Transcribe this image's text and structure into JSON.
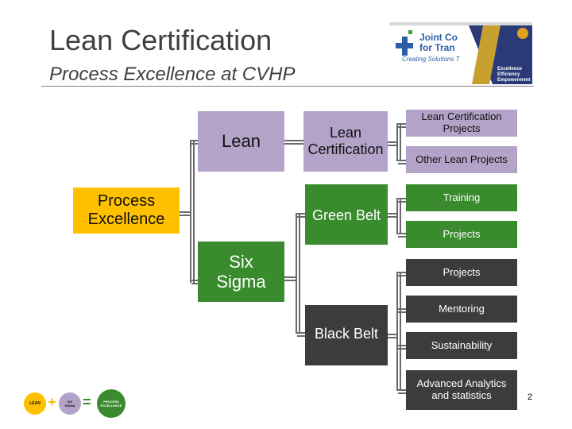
{
  "slide": {
    "title": "Lean Certification",
    "subtitle": "Process Excellence at CVHP",
    "page_number": "2"
  },
  "logo": {
    "text_line1": "Joint Co",
    "text_line2": "for Tran",
    "tagline": "Creating Solutions T",
    "side_words": [
      "Excellence",
      "Efficiency",
      "Empowerment"
    ]
  },
  "formula": {
    "term1": "LEAN",
    "plus": "+",
    "term2_line1": "SIX",
    "term2_line2": "SIGMA",
    "equals": "=",
    "result_line1": "PROCESS",
    "result_line2": "EXCELLENCE"
  },
  "chart": {
    "root": "Process Excellence",
    "lean": "Lean",
    "six_sigma": "Six Sigma",
    "lean_certification": "Lean Certification",
    "green_belt": "Green Belt",
    "black_belt": "Black Belt",
    "lean_cert_projects": "Lean Certification Projects",
    "other_lean_projects": "Other Lean Projects",
    "gb_training": "Training",
    "gb_projects": "Projects",
    "bb_projects": "Projects",
    "bb_mentoring": "Mentoring",
    "bb_sustainability": "Sustainability",
    "bb_analytics": "Advanced Analytics and statistics"
  },
  "colors": {
    "lean_purple": "#b3a3c8",
    "sigma_green": "#3a8a2e",
    "root_gold": "#ffc000",
    "bb_dark": "#3c3c3c"
  }
}
